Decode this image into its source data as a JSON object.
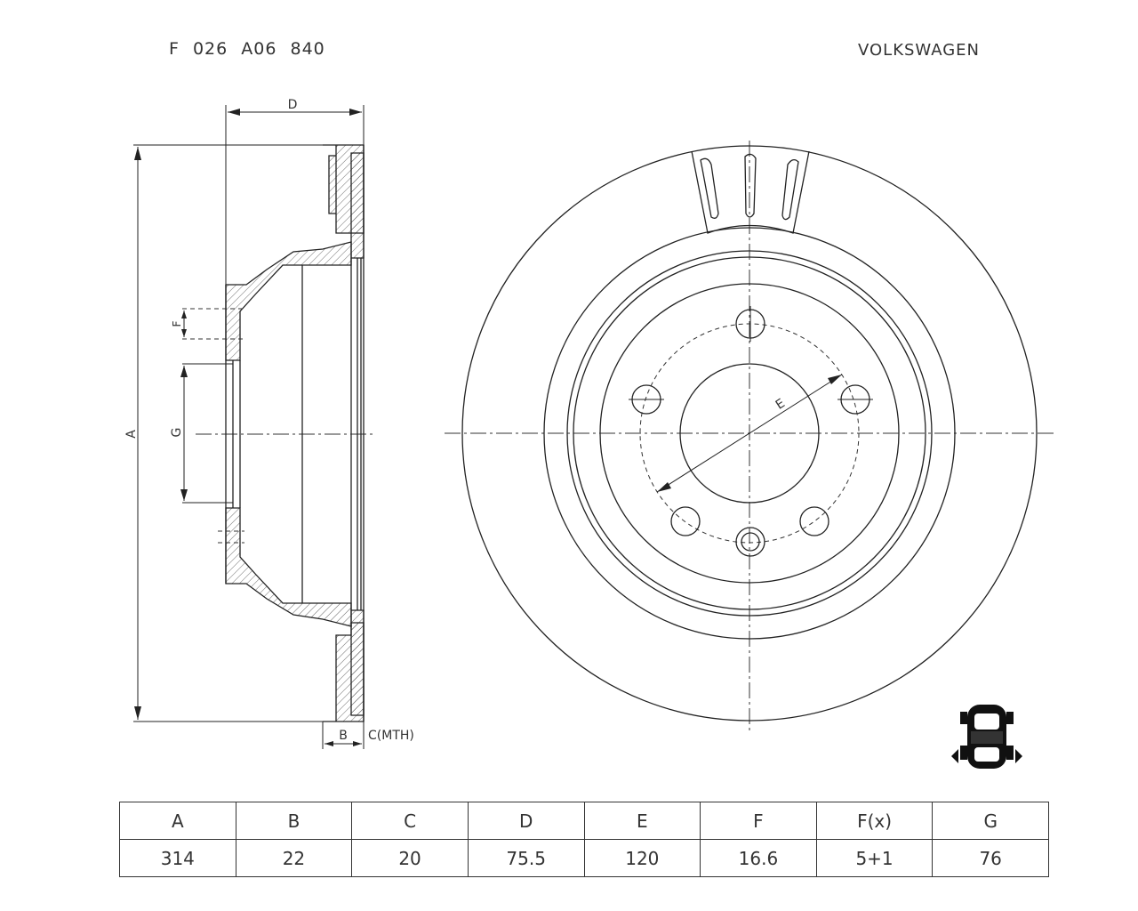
{
  "header": {
    "part_number": "F 026 A06 840",
    "brand": "VOLKSWAGEN"
  },
  "drawing_labels": {
    "A": "A",
    "B": "B",
    "C": "C(MTH)",
    "D": "D",
    "E": "E",
    "F": "F",
    "G": "G"
  },
  "icons": {
    "axle": "rear-axle-car-icon"
  },
  "dimensions_table": {
    "headers": [
      "A",
      "B",
      "C",
      "D",
      "E",
      "F",
      "F(x)",
      "G"
    ],
    "values": [
      "314",
      "22",
      "20",
      "75.5",
      "120",
      "16.6",
      "5+1",
      "76"
    ]
  }
}
